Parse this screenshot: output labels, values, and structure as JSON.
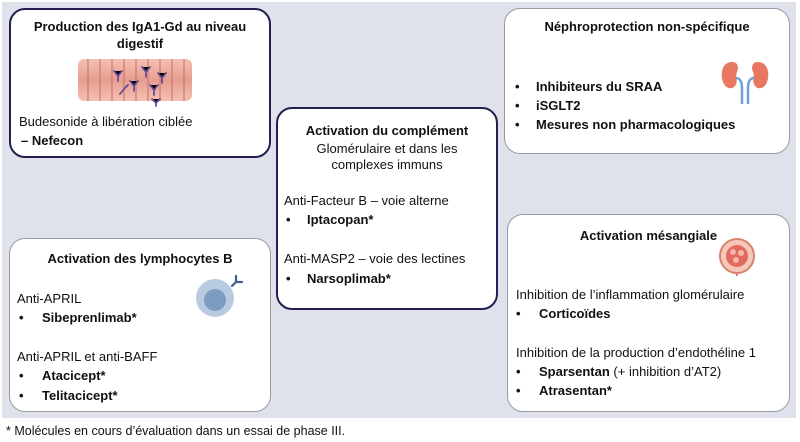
{
  "boxes": {
    "digestive": {
      "title_line1": "Production des IgA1-Gd au niveau",
      "title_line2": "digestif",
      "item": "Budesonide à libération ciblée",
      "drug": "– Nefecon"
    },
    "nephro": {
      "title": "Néphroprotection non-spécifique",
      "items": [
        "Inhibiteurs du SRAA",
        "iSGLT2",
        "Mesures non pharmacologiques"
      ]
    },
    "complement": {
      "title": "Activation du complément",
      "subtitle_line1": "Glomérulaire et dans les",
      "subtitle_line2": "complexes immuns",
      "group1_label": "Anti-Facteur B – voie alterne",
      "group1_item": "Iptacopan*",
      "group2_label": "Anti-MASP2 – voie des lectines",
      "group2_item": "Narsoplimab*"
    },
    "bcells": {
      "title": "Activation des lymphocytes B",
      "group1_label": "Anti-APRIL",
      "group1_items": [
        "Sibeprenlimab*"
      ],
      "group2_label": "Anti-APRIL et anti-BAFF",
      "group2_items": [
        "Atacicept*",
        "Telitacicept*"
      ]
    },
    "mesangial": {
      "title": "Activation mésangiale",
      "group1_label": "Inhibition de l’inflammation glomérulaire",
      "group1_item": "Corticoïdes",
      "group2_label": "Inhibition de la production d’endothéline 1",
      "group2_item1_bold": "Sparsentan",
      "group2_item1_rest": " (+ inhibition d’AT2)",
      "group2_item2": "Atrasentan*"
    }
  },
  "bullet_char": "•",
  "footnote": "* Molécules en cours d’évaluation dans un essai de phase III.",
  "icons": [
    "intestine-icon",
    "kidneys-icon",
    "b-cell-icon",
    "glomerulus-icon"
  ],
  "colors": {
    "background": "#dfe2eb",
    "dark_border": "#231f52",
    "light_border": "#9a9aa4"
  }
}
